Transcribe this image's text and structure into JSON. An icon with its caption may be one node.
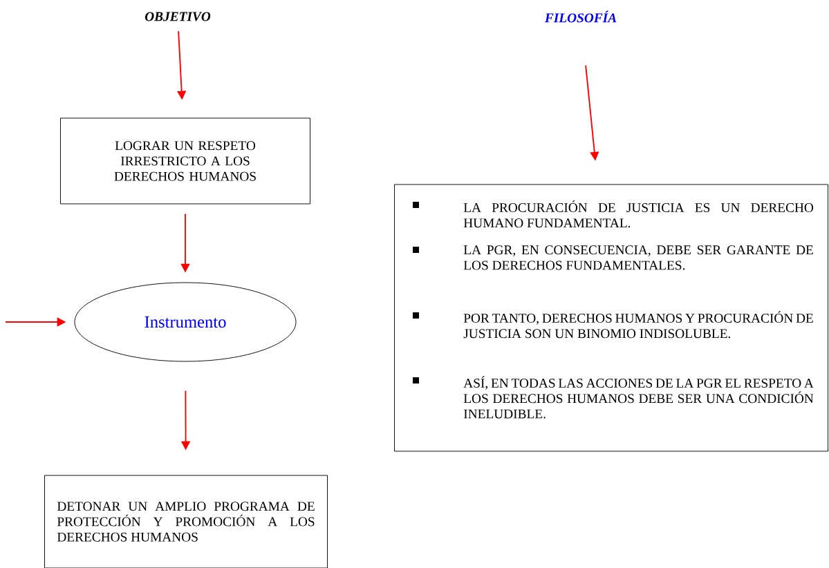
{
  "diagram": {
    "nodes": [
      {
        "text": [
          "OBJETIVO"
        ]
      },
      {
        "text": [
          "FILOSOFÍA"
        ]
      },
      {
        "text": [
          "LOGRAR UN RESPETO IRRESTRICTO A LOS DERECHOS HUMANOS"
        ]
      },
      {
        "text": [
          "Instrumento"
        ]
      },
      {
        "text": [
          "LA PROCURACIÓN DE JUSTICIA ES UN DERECHO HUMANO FUNDAMENTAL.",
          "LA PGR, EN CONSECUENCIA, DEBE SER GARANTE DE LOS DERECHOS FUNDAMENTALES.",
          "POR TANTO, DERECHOS HUMANOS Y PROCURACIÓN DE JUSTICIA SON UN BINOMIO INDISOLUBLE.",
          "ASÍ, EN TODAS LAS ACCIONES DE LA PGR EL RESPETO A LOS DERECHOS HUMANOS DEBE SER UNA CONDICIÓN INELUDIBLE."
        ]
      },
      {
        "text": [
          "DETONAR UN AMPLIO PROGRAMA DE PROTECCIÓN Y PROMOCIÓN A LOS DERECHOS HUMANOS"
        ]
      }
    ],
    "edges": [
      {
        "from": 0,
        "to": 2,
        "arrow": "to"
      },
      {
        "from": 1,
        "to": 4,
        "arrow": "to"
      },
      {
        "from": 2,
        "to": 3,
        "arrow": "to"
      },
      {
        "from": null,
        "to": 3,
        "arrow": "to"
      },
      {
        "from": 3,
        "to": 5,
        "arrow": "to"
      }
    ]
  }
}
